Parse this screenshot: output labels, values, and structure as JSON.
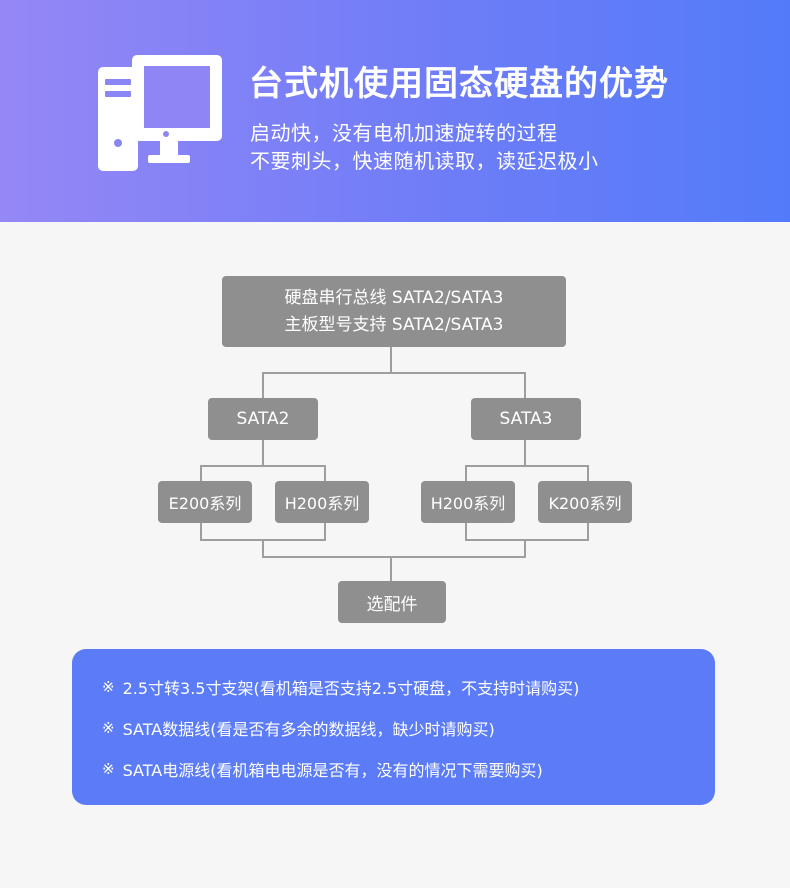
{
  "header": {
    "title": "台式机使用固态硬盘的优势",
    "subtitle_line1": "启动快，没有电机加速旋转的过程",
    "subtitle_line2": "不要刺头，快速随机读取，读延迟极小",
    "icon": "desktop-computer-icon"
  },
  "diagram": {
    "top_line1": "硬盘串行总线 SATA2/SATA3",
    "top_line2": "主板型号支持 SATA2/SATA3",
    "branch_left": "SATA2",
    "branch_right": "SATA3",
    "leaves": [
      "E200系列",
      "H200系列",
      "H200系列",
      "K200系列"
    ],
    "bottom": "选配件"
  },
  "notes": {
    "mark": "※",
    "items": [
      "2.5寸转3.5寸支架(看机箱是否支持2.5寸硬盘，不支持时请购买)",
      "SATA数据线(看是否有多余的数据线，缺少时请购买)",
      "SATA电源线(看机箱电电源是否有，没有的情况下需要购买)"
    ]
  },
  "colors": {
    "banner_gradient_start": "#9587f6",
    "banner_gradient_end": "#537bf9",
    "box_gray": "#8f8f8f",
    "line_gray": "#9e9e9e",
    "notes_blue": "#5b7cf6",
    "background": "#f6f6f6"
  }
}
